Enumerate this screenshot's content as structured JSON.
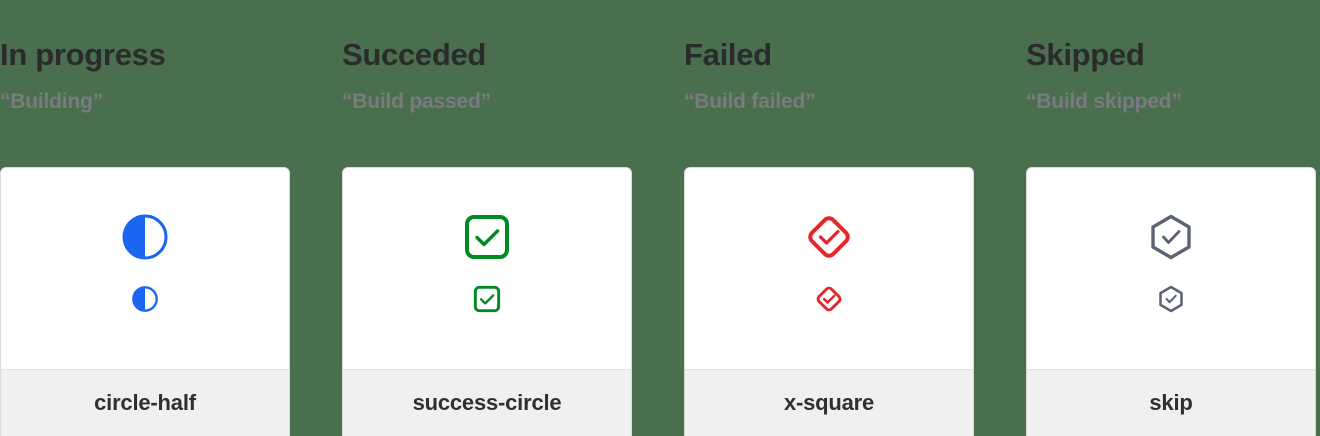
{
  "background_color": "#4a6f4e",
  "columns": [
    {
      "title": "In progress",
      "subtitle": "“Building”",
      "icon_name": "circle-half-icon",
      "icon_label": "circle-half",
      "icon_color": "#1a66f0"
    },
    {
      "title": "Succeded",
      "subtitle": "“Build passed”",
      "icon_name": "success-circle-icon",
      "icon_label": "success-circle",
      "icon_color": "#008a20"
    },
    {
      "title": "Failed",
      "subtitle": "“Build failed”",
      "icon_name": "x-square-icon",
      "icon_label": "x-square",
      "icon_color": "#e8232a"
    },
    {
      "title": "Skipped",
      "subtitle": "“Build skipped”",
      "icon_name": "skip-icon",
      "icon_label": "skip",
      "icon_color": "#5c6372"
    }
  ],
  "colors": {
    "heading": "#2b2b2b",
    "subheading": "#7a7a7f",
    "card_background": "#ffffff",
    "card_footer_background": "#f0f0f0",
    "card_border": "#dcdcdc",
    "footer_label": "#303030"
  }
}
